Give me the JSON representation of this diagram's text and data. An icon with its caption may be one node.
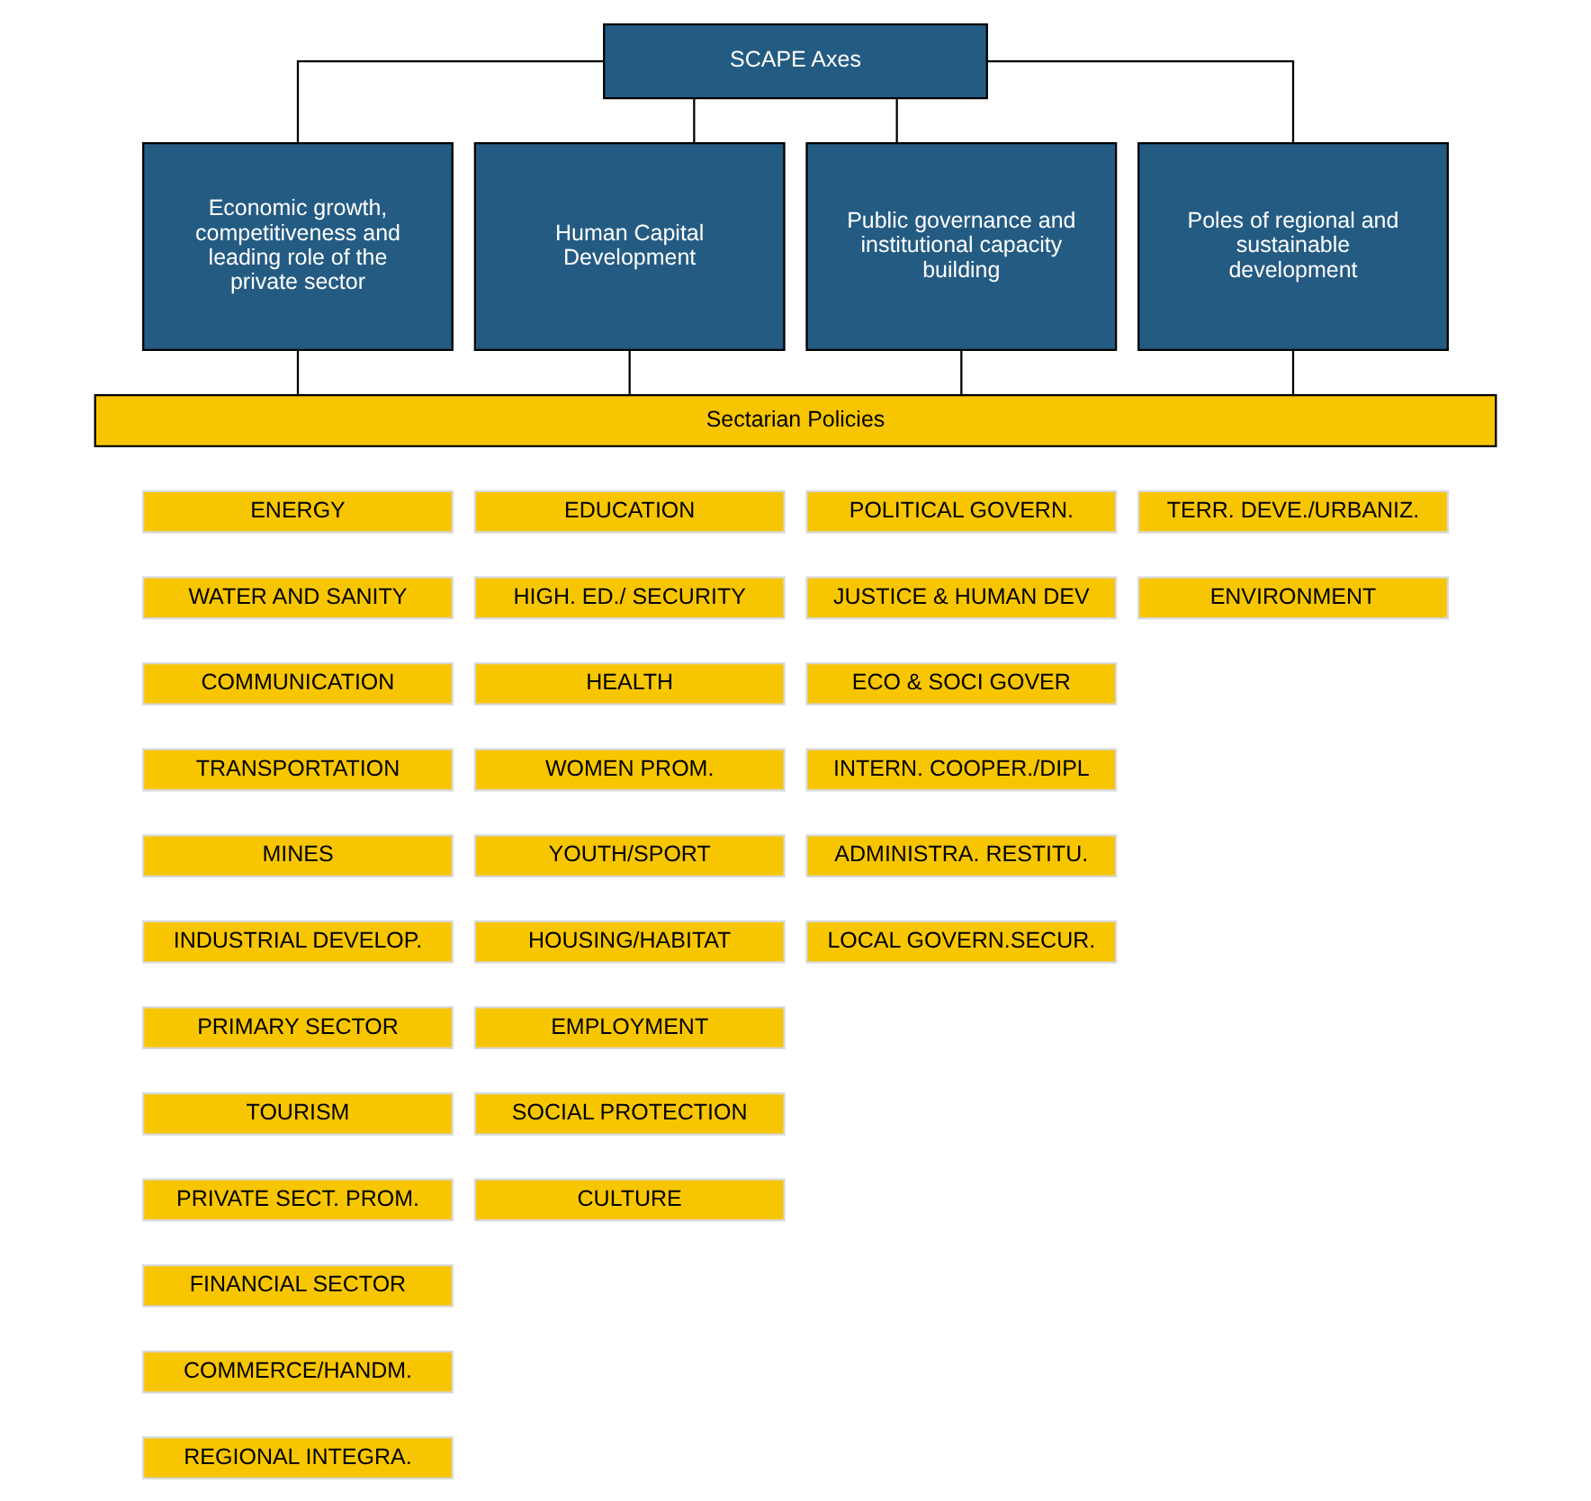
{
  "diagram": {
    "nodes": [
      {
        "text": [
          "SCAPE Axes"
        ]
      },
      {
        "text": [
          "Economic growth, competitiveness and leading role of the private sector"
        ]
      },
      {
        "text": [
          "Human Capital Development"
        ]
      },
      {
        "text": [
          "Public governance and institutional capacity building"
        ]
      },
      {
        "text": [
          "Poles of regional and sustainable development"
        ]
      },
      {
        "text": [
          "Sectarian Policies"
        ]
      },
      {
        "text": [
          "ENERGY"
        ]
      },
      {
        "text": [
          "WATER AND SANITY"
        ]
      },
      {
        "text": [
          "COMMUNICATION"
        ]
      },
      {
        "text": [
          "TRANSPORTATION"
        ]
      },
      {
        "text": [
          "MINES"
        ]
      },
      {
        "text": [
          "INDUSTRIAL DEVELOP."
        ]
      },
      {
        "text": [
          "PRIMARY SECTOR"
        ]
      },
      {
        "text": [
          "TOURISM"
        ]
      },
      {
        "text": [
          "PRIVATE SECT. PROM."
        ]
      },
      {
        "text": [
          "FINANCIAL SECTOR"
        ]
      },
      {
        "text": [
          "COMMERCE/HANDM."
        ]
      },
      {
        "text": [
          "REGIONAL INTEGRA."
        ]
      },
      {
        "text": [
          "EDUCATION"
        ]
      },
      {
        "text": [
          "HIGH. ED./ SECURITY"
        ]
      },
      {
        "text": [
          "HEALTH"
        ]
      },
      {
        "text": [
          "WOMEN PROM."
        ]
      },
      {
        "text": [
          "YOUTH/SPORT"
        ]
      },
      {
        "text": [
          "HOUSING/HABITAT"
        ]
      },
      {
        "text": [
          "EMPLOYMENT"
        ]
      },
      {
        "text": [
          "SOCIAL PROTECTION"
        ]
      },
      {
        "text": [
          "CULTURE"
        ]
      },
      {
        "text": [
          "POLITICAL GOVERN."
        ]
      },
      {
        "text": [
          "JUSTICE & HUMAN DEV"
        ]
      },
      {
        "text": [
          "ECO & SOCI GOVER"
        ]
      },
      {
        "text": [
          "INTERN. COOPER./DIPL"
        ]
      },
      {
        "text": [
          "ADMINISTRA. RESTITU."
        ]
      },
      {
        "text": [
          "LOCAL GOVERN.SECUR."
        ]
      },
      {
        "text": [
          "TERR. DEVE./URBANIZ."
        ]
      },
      {
        "text": [
          "ENVIRONMENT"
        ]
      }
    ],
    "edges": [
      {
        "from": 0,
        "to": 1,
        "arrow": "none"
      },
      {
        "from": 0,
        "to": 2,
        "arrow": "none"
      },
      {
        "from": 0,
        "to": 3,
        "arrow": "none"
      },
      {
        "from": 0,
        "to": 4,
        "arrow": "none"
      },
      {
        "from": 1,
        "to": 5,
        "arrow": "none"
      },
      {
        "from": 2,
        "to": 5,
        "arrow": "none"
      },
      {
        "from": 3,
        "to": 5,
        "arrow": "none"
      },
      {
        "from": 4,
        "to": 5,
        "arrow": "none"
      }
    ]
  }
}
